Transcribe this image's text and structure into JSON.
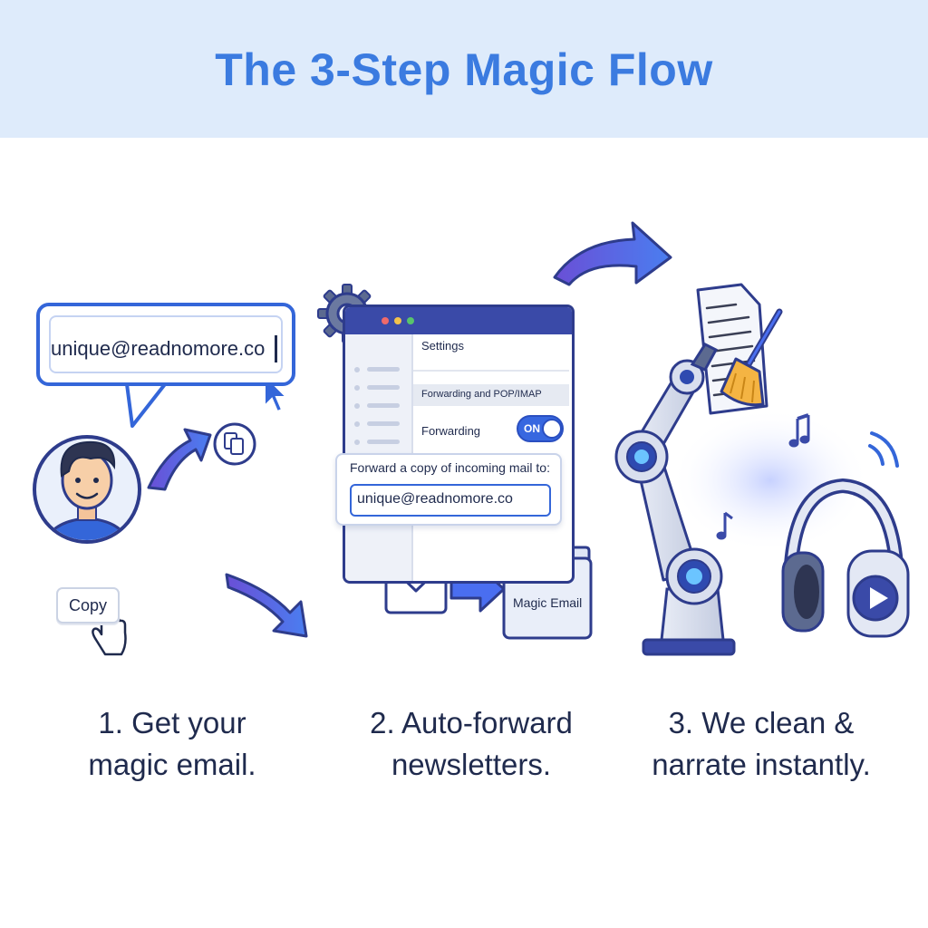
{
  "title": "The 3-Step Magic Flow",
  "step1": {
    "email": "unique@readnomore.co",
    "copy_label": "Copy",
    "caption_line1": "1. Get your",
    "caption_line2": "magic email."
  },
  "step2": {
    "settings_title": "Settings",
    "section_label": "Forwarding and POP/IMAP",
    "forwarding_label": "Forwarding",
    "toggle_state": "ON",
    "forward_prompt": "Forward a copy of incoming mail to:",
    "forward_address": "unique@readnomore.co",
    "folder_label": "Magic Email",
    "caption_line1": "2. Auto-forward",
    "caption_line2": "newsletters."
  },
  "step3": {
    "caption_line1": "3. We clean &",
    "caption_line2": "narrate instantly."
  },
  "colors": {
    "banner_bg": "#deebfb",
    "title": "#3b7be0",
    "accent": "#3466d9",
    "dark_navy": "#2e3c8c",
    "text": "#1f2a4d"
  },
  "icons": [
    "copy-icon",
    "cursor-icon",
    "hand-pointer-icon",
    "gear-icon",
    "envelope-icon",
    "folder-icon",
    "robot-arm-icon",
    "broom-icon",
    "document-icon",
    "sound-wave-icon",
    "music-note-icon",
    "headphones-icon",
    "wifi-icon",
    "play-icon",
    "arrow-icon"
  ]
}
